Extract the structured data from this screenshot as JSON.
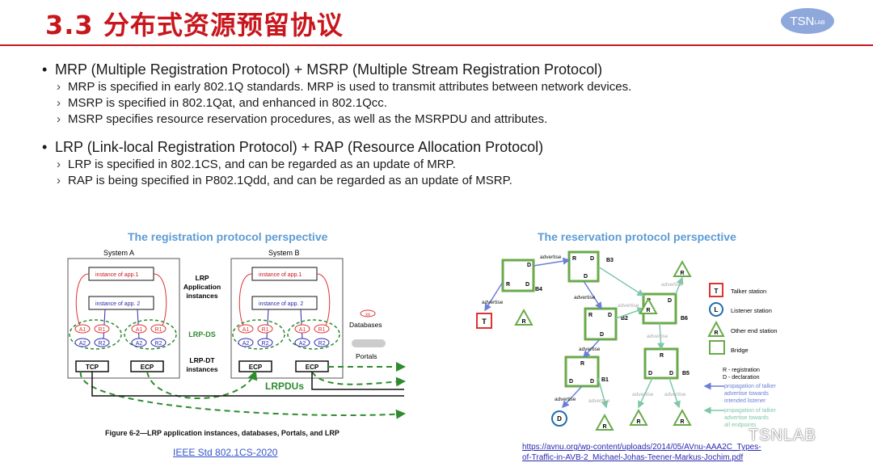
{
  "header": {
    "title": "3.3 分布式资源预留协议",
    "logo_text": "TSN",
    "logo_sub": "LAB"
  },
  "bullets": [
    {
      "text": "MRP (Multiple Registration Protocol) + MSRP (Multiple Stream Registration Protocol)",
      "subs": [
        "MRP is specified in early 802.1Q standards. MRP is used to transmit attributes between network devices.",
        "MSRP is specified in 802.1Qat, and enhanced in 802.1Qcc.",
        "MSRP specifies resource reservation procedures, as well as the MSRPDU and attributes."
      ]
    },
    {
      "text": "LRP (Link-local Registration Protocol) + RAP (Resource Allocation Protocol)",
      "subs": [
        "LRP is specified in 802.1CS, and can be regarded as an update of MRP.",
        "RAP is being specified in P802.1Qdd, and can be regarded as an update of MSRP."
      ]
    }
  ],
  "left_figure": {
    "caption": "The registration protocol perspective",
    "system_a": "System A",
    "system_b": "System B",
    "instance1": "instance of app.1",
    "instance2": "instance of app. 2",
    "lrp_app": [
      "LRP",
      "Application",
      "instances"
    ],
    "lrp_ds": "LRP-DS",
    "lrp_dt": [
      "LRP-DT",
      "instances"
    ],
    "databases": "Databases",
    "portals": "Portals",
    "db_key": "xx",
    "lrpdus": "LRPDUs",
    "tcp": "TCP",
    "ecp": "ECP",
    "attr": [
      "A1",
      "R1",
      "A2",
      "R2"
    ],
    "figure_title": "Figure 6-2—LRP application instances, databases, Portals, and LRP",
    "link": "IEEE Std 802.1CS-2020"
  },
  "right_figure": {
    "caption": "The reservation protocol perspective",
    "legend": [
      "Talker station",
      "Listener station",
      "Other end station",
      "Bridge"
    ],
    "legend_codes": [
      "R - registration",
      "D - declaration"
    ],
    "prop_talker": [
      "propagation of talker",
      "advertise towards",
      "intended listener"
    ],
    "prop_talker2": [
      "propagation of talker",
      "advertise towards",
      "all endpoints"
    ],
    "labels": {
      "advertise": "advertise",
      "b1": "B1",
      "b2": "B2",
      "b3": "B3",
      "b4": "B4",
      "b5": "B5",
      "b6": "B6",
      "t": "T",
      "l": "L",
      "r": "R",
      "d": "D"
    },
    "link": [
      "https://avnu.org/wp-content/uploads/2014/05/AVnu-AAA2C_Types-",
      "of-Traffic-in-AVB-2_Michael-Johas-Teener-Markus-Jochim.pdf"
    ]
  },
  "watermark": "TSNLAB",
  "colors": {
    "title_red": "#c8161d",
    "caption_blue": "#5b9bd5",
    "green": "#2e8b2e",
    "bridge_green": "#6aaa4a"
  }
}
